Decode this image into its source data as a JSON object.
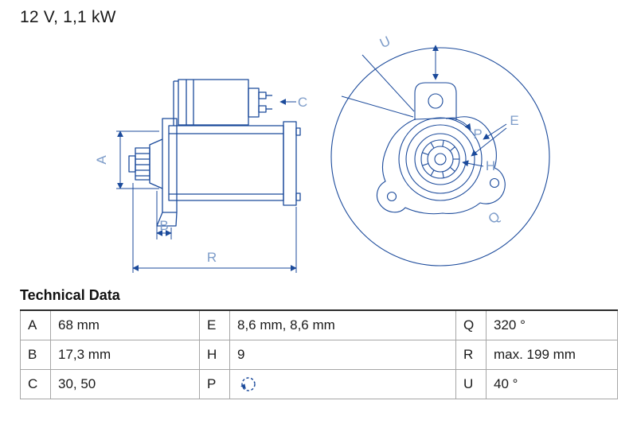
{
  "title": "12 V, 1,1 kW",
  "colors": {
    "line": "#1b4a9b",
    "label": "#7d9cc9",
    "text": "#1a1a1a",
    "border": "#a6a6a6"
  },
  "diagram": {
    "labels": {
      "A": "A",
      "B": "B",
      "C": "C",
      "R": "R",
      "U": "U",
      "E": "E",
      "P": "P",
      "H": "H",
      "Q": "Q"
    },
    "rotation_icon": "rotation-counterclockwise-icon"
  },
  "table": {
    "heading": "Technical Data",
    "rows": [
      [
        {
          "k": "A",
          "v": "68 mm"
        },
        {
          "k": "E",
          "v": "8,6 mm, 8,6 mm"
        },
        {
          "k": "Q",
          "v": "320 °"
        }
      ],
      [
        {
          "k": "B",
          "v": "17,3 mm"
        },
        {
          "k": "H",
          "v": "9"
        },
        {
          "k": "R",
          "v": "max. 199 mm"
        }
      ],
      [
        {
          "k": "C",
          "v": "30, 50"
        },
        {
          "k": "P",
          "v": "",
          "icon": "rotation-counterclockwise-icon"
        },
        {
          "k": "U",
          "v": "40 °"
        }
      ]
    ]
  }
}
